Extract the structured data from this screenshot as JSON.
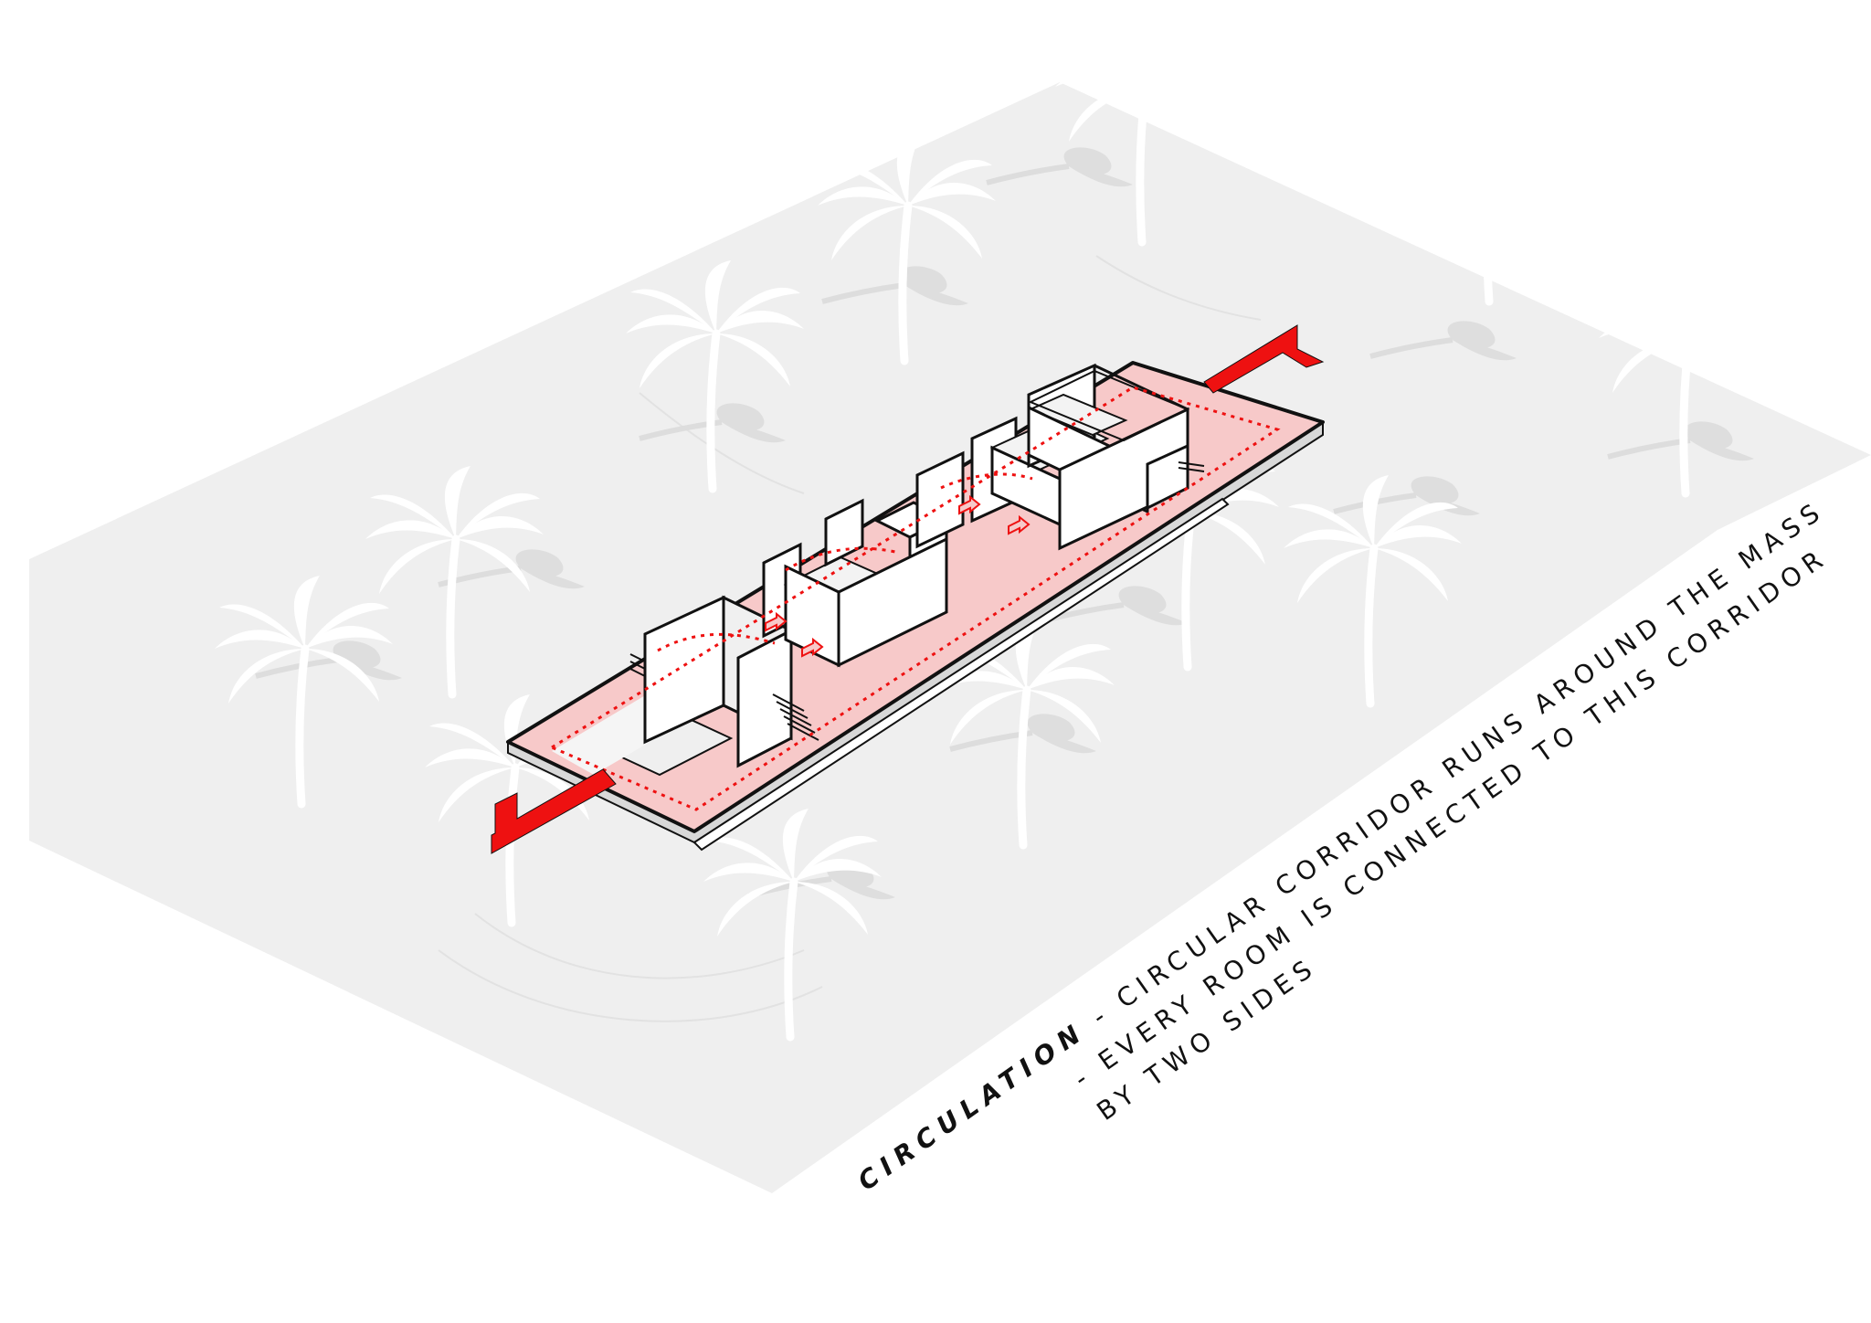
{
  "diagram": {
    "caption": {
      "heading": "CIRCULATION",
      "dash": " - ",
      "line1": "CIRCULAR CORRIDOR RUNS AROUND THE MASS",
      "line2": "-  EVERY ROOM IS CONNECTED TO THIS CORRIDOR",
      "line3": "BY TWO SIDES"
    },
    "colors": {
      "background": "#ffffff",
      "ground": "#efefef",
      "corridor": "#f7c9c9",
      "arrow": "#ee1111",
      "path": "#ee1111",
      "walls": "#ffffff",
      "outline": "#111111",
      "trees": "#ffffff"
    },
    "elements": {
      "site": "ground-plane",
      "landscape": "palm-trees",
      "mass": "building-mass-with-rooms",
      "circulation": "circular-corridor",
      "entries": [
        "arrow-entry",
        "arrow-exit"
      ]
    }
  }
}
